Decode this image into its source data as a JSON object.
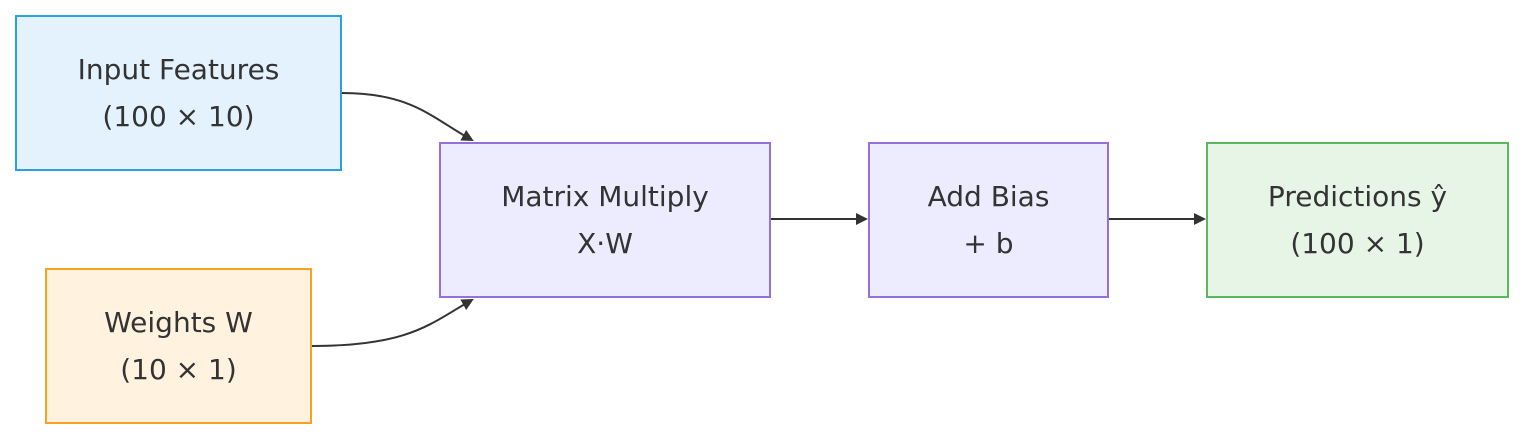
{
  "nodes": {
    "input_features": {
      "line1": "Input Features",
      "line2": "(100 × 10)"
    },
    "weights": {
      "line1": "Weights W",
      "line2": "(10 × 1)"
    },
    "matrix_multiply": {
      "line1": "Matrix Multiply",
      "line2": "X·W"
    },
    "add_bias": {
      "line1": "Add Bias",
      "line2": "+ b"
    },
    "predictions": {
      "line1": "Predictions ŷ",
      "line2": "(100 × 1)"
    }
  },
  "edges": [
    {
      "from": "input_features",
      "to": "matrix_multiply"
    },
    {
      "from": "weights",
      "to": "matrix_multiply"
    },
    {
      "from": "matrix_multiply",
      "to": "add_bias"
    },
    {
      "from": "add_bias",
      "to": "predictions"
    }
  ],
  "colors": {
    "input_fill": "#e3f2fd",
    "input_stroke": "#2aa0de",
    "weights_fill": "#fff3e0",
    "weights_stroke": "#fba122",
    "process_fill": "#ececfe",
    "process_stroke": "#9370db",
    "output_fill": "#e7f5e7",
    "output_stroke": "#5cb85c",
    "edge": "#333333"
  }
}
